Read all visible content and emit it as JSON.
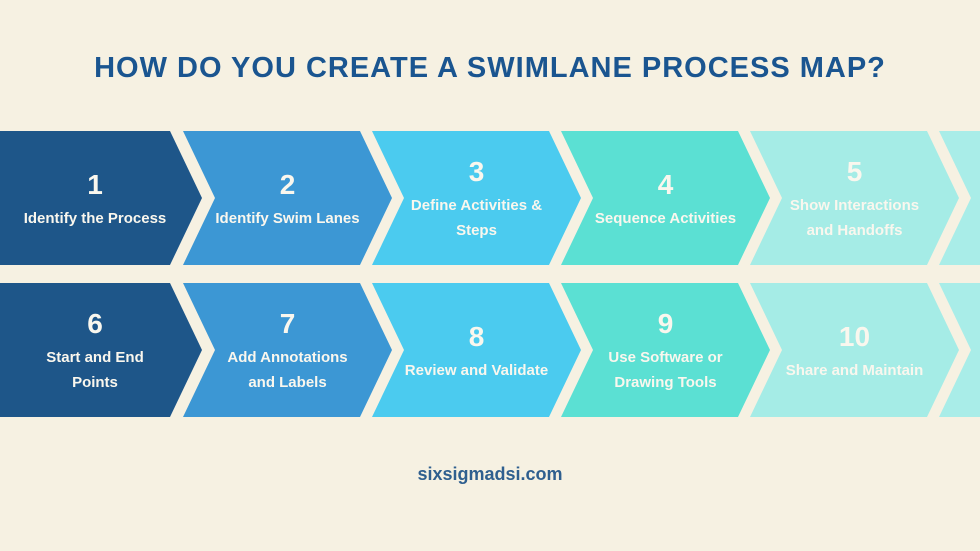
{
  "title": "HOW DO YOU CREATE A SWIMLANE PROCESS MAP?",
  "footer": {
    "site": "sixsigmadsi.com"
  },
  "colors": {
    "background": "#F6F1E2",
    "title_text": "#1A5590",
    "footer_text": "#2F5F8F",
    "step_text": "#FAF7EE",
    "step_colors": [
      "#1E5689",
      "#3C97D4",
      "#4BCBEF",
      "#5BE0D3",
      "#A5ECE6"
    ],
    "partial_color": "#A9EDE8"
  },
  "rows": [
    {
      "steps": [
        {
          "number": "1",
          "label": "Identify the Process"
        },
        {
          "number": "2",
          "label": "Identify Swim Lanes"
        },
        {
          "number": "3",
          "label": "Define Activities &\nSteps"
        },
        {
          "number": "4",
          "label": "Sequence Activities"
        },
        {
          "number": "5",
          "label": "Show Interactions\nand Handoffs"
        }
      ]
    },
    {
      "steps": [
        {
          "number": "6",
          "label": "Start and End\nPoints"
        },
        {
          "number": "7",
          "label": "Add Annotations\nand Labels"
        },
        {
          "number": "8",
          "label": "Review and Validate"
        },
        {
          "number": "9",
          "label": "Use Software or\nDrawing Tools"
        },
        {
          "number": "10",
          "label": "Share and Maintain"
        }
      ]
    }
  ]
}
